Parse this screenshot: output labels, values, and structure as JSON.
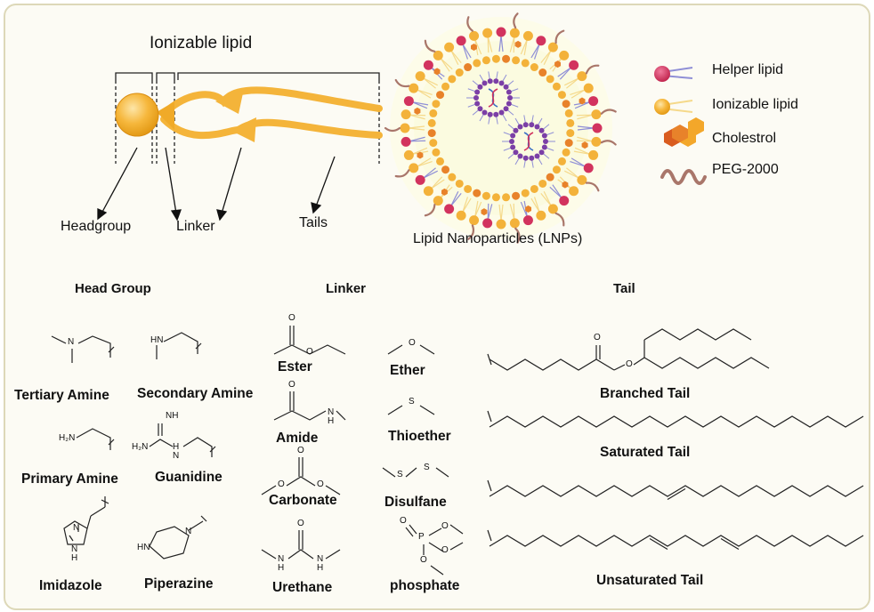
{
  "top": {
    "ionizable_title": "Ionizable lipid",
    "headgroup_label": "Headgroup",
    "linker_label": "Linker",
    "tails_label": "Tails",
    "lnp_caption": "Lipid Nanoparticles (LNPs)"
  },
  "legend": {
    "items": [
      {
        "label": "Helper lipid",
        "icon": "helper-lipid-icon"
      },
      {
        "label": "Ionizable lipid",
        "icon": "ionizable-lipid-icon"
      },
      {
        "label": "Cholestrol",
        "icon": "cholesterol-icon"
      },
      {
        "label": "PEG-2000",
        "icon": "peg-icon"
      }
    ]
  },
  "sections": {
    "head_group": "Head Group",
    "linker": "Linker",
    "tail": "Tail"
  },
  "head_groups": [
    "Tertiary Amine",
    "Secondary Amine",
    "Primary Amine",
    "Guanidine",
    "Imidazole",
    "Piperazine"
  ],
  "linkers": [
    "Ester",
    "Ether",
    "Amide",
    "Thioether",
    "Carbonate",
    "Disulfane",
    "Urethane",
    "phosphate"
  ],
  "tails": [
    "Branched Tail",
    "Saturated Tail",
    "Unsaturated Tail"
  ],
  "atoms": {
    "N": "N",
    "HN": "HN",
    "H2N": "H₂N",
    "NH": "NH",
    "H": "H",
    "O": "O",
    "S": "S",
    "P": "P"
  },
  "colors": {
    "ionizable": "#f3b23a",
    "helper": "#d2335e",
    "cholesterol": "#e8822a",
    "peg": "#a9766a",
    "helper_tail": "#8f8fd6",
    "rna_sphere": "#7b3fa6",
    "frame_border": "#ddd8b8"
  }
}
